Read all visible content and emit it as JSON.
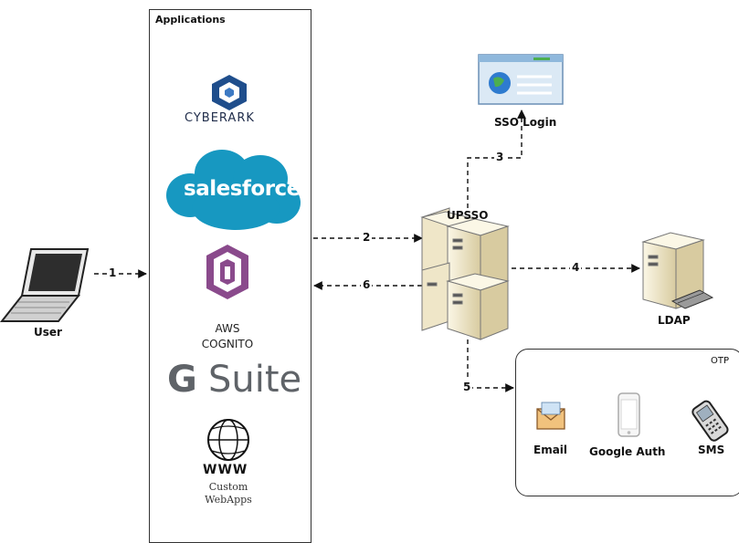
{
  "applications": {
    "title": "Applications",
    "cyberark_label": "CYBERARK",
    "salesforce_label": "salesforce",
    "aws_cognito_line1": "AWS",
    "aws_cognito_line2": "COGNITO",
    "gsuite_g": "G",
    "gsuite_label": "Suite",
    "www_label": "WWW",
    "custom_line1": "Custom",
    "custom_line2": "WebApps"
  },
  "user": {
    "label": "User"
  },
  "upsso": {
    "label": "UPSSO"
  },
  "sso_login": {
    "label": "SSO Login"
  },
  "ldap": {
    "label": "LDAP"
  },
  "otp": {
    "title": "OTP",
    "email_label": "Email",
    "google_auth_label": "Google Auth",
    "sms_label": "SMS"
  },
  "steps": [
    "1",
    "2",
    "3",
    "4",
    "5",
    "6"
  ],
  "colors": {
    "cyberark_blue": "#1f4e8c",
    "salesforce_blue": "#1798c1",
    "aws_purple": "#8a4a8c",
    "server_beige": "#efe6c8",
    "browser_blue": "#8fb8dc"
  }
}
